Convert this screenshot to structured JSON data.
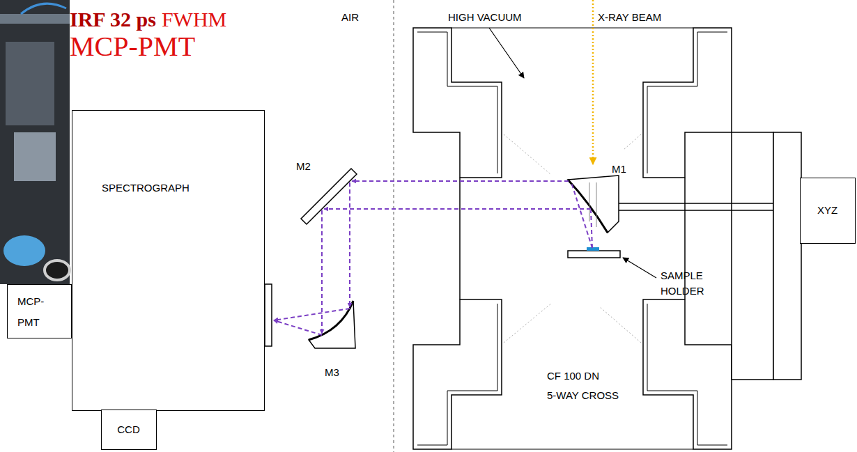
{
  "diagram": {
    "nodes": [
      {
        "text": [
          "SPECTROGRAPH"
        ]
      },
      {
        "text": [
          "MCP- PMT"
        ]
      },
      {
        "text": [
          "CCD"
        ]
      },
      {
        "text": [
          "XYZ"
        ]
      }
    ],
    "labels": [
      "IRF 32 ps",
      "FWHM",
      "MCP-PMT",
      "AIR",
      "HIGH VACUUM",
      "X-RAY BEAM",
      "M1",
      "M2",
      "M3",
      "SAMPLE HOLDER",
      "CF 100 DN 5-WAY CROSS"
    ]
  }
}
